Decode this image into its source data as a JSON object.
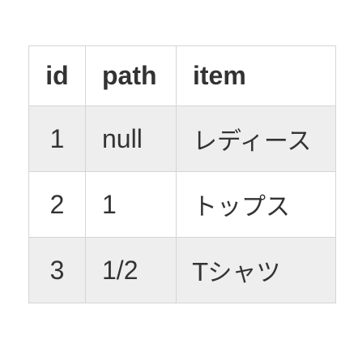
{
  "table": {
    "headers": {
      "id": "id",
      "path": "path",
      "item": "item"
    },
    "rows": [
      {
        "id": "1",
        "path": "null",
        "item": "レディース"
      },
      {
        "id": "2",
        "path": "1",
        "item": "トップス"
      },
      {
        "id": "3",
        "path": "1/2",
        "item": "Tシャツ"
      }
    ]
  }
}
